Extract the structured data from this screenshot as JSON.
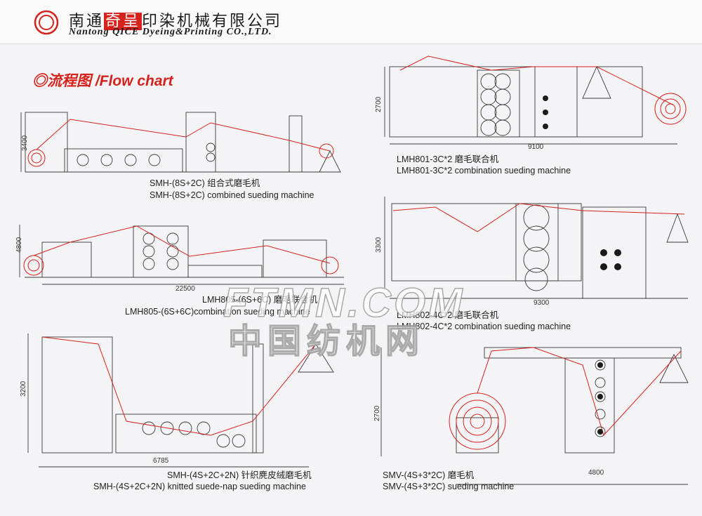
{
  "company": {
    "name_cn_pre": "南通",
    "name_cn_brand": "奇呈",
    "name_cn_post": "印染机械有限公司",
    "name_en": "Nantong QICE Dyeing&Printing CO.,LTD."
  },
  "title": "◎流程图 /Flow chart",
  "watermark": {
    "line1": "FTMN.COM",
    "line2": "中国纺机网"
  },
  "machines": [
    {
      "id": "smh-8s2c",
      "cn": "SMH-(8S+2C) 组合式磨毛机",
      "en": "SMH-(8S+2C) combined sueding machine",
      "height_dim": "3400",
      "length_dim": ""
    },
    {
      "id": "lmh801",
      "cn": "LMH801-3C*2 磨毛联合机",
      "en": "LMH801-3C*2 combination sueding machine",
      "height_dim": "2700",
      "length_dim": "9100"
    },
    {
      "id": "lmh805",
      "cn": "LMH805-(6S+6C) 磨毛联合机",
      "en": "LMH805-(6S+6C)combination sueding machine",
      "height_dim": "4800",
      "length_dim": "22500"
    },
    {
      "id": "lmh802",
      "cn": "LMH802-4C*2 磨毛联合机",
      "en": "LMH802-4C*2 combination sueding machine",
      "height_dim": "3300",
      "length_dim": "9300"
    },
    {
      "id": "smh-4s2c2n",
      "cn": "SMH-(4S+2C+2N) 针织麂皮绒磨毛机",
      "en": "SMH-(4S+2C+2N) knitted suede-nap sueding machine",
      "height_dim": "3200",
      "length_dim": "6785"
    },
    {
      "id": "smv",
      "cn": "SMV-(4S+3*2C) 磨毛机",
      "en": "SMV-(4S+3*2C) sueding machine",
      "height_dim": "2700",
      "length_dim": "4800"
    }
  ],
  "colors": {
    "accent": "#d6221c",
    "line": "#3a3a3a"
  }
}
